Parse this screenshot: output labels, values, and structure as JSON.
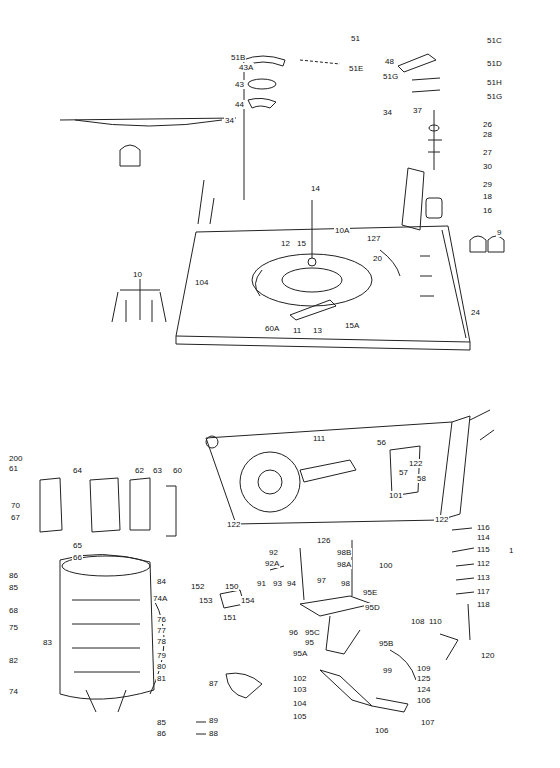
{
  "diagram": {
    "labels": [
      "51",
      "51B",
      "43A",
      "43",
      "51E",
      "44",
      "34",
      "48",
      "51C",
      "51D",
      "51G",
      "51H",
      "51G",
      "34",
      "37",
      "26",
      "28",
      "27",
      "30",
      "29",
      "18",
      "16",
      "9",
      "14",
      "10A",
      "127",
      "12",
      "15",
      "20",
      "104",
      "15A",
      "60A",
      "11",
      "13",
      "24",
      "10",
      "111",
      "56",
      "57",
      "122",
      "58",
      "101",
      "122",
      "122",
      "116",
      "114",
      "115",
      "112",
      "113",
      "117",
      "118",
      "126",
      "92",
      "92A",
      "98B",
      "98A",
      "100",
      "152",
      "150",
      "153",
      "154",
      "151",
      "91",
      "93",
      "94",
      "97",
      "98",
      "95D",
      "95E",
      "96",
      "95C",
      "95",
      "95A",
      "95B",
      "108",
      "110",
      "120",
      "99",
      "109",
      "125",
      "124",
      "106",
      "102",
      "103",
      "104",
      "105",
      "107",
      "106",
      "200",
      "61",
      "64",
      "62",
      "63",
      "60",
      "70",
      "67",
      "65",
      "66",
      "86",
      "85",
      "84",
      "74A",
      "68",
      "76",
      "77",
      "75",
      "78",
      "83",
      "79",
      "82",
      "80",
      "81",
      "74",
      "87",
      "85",
      "86",
      "89",
      "88",
      "1"
    ]
  }
}
